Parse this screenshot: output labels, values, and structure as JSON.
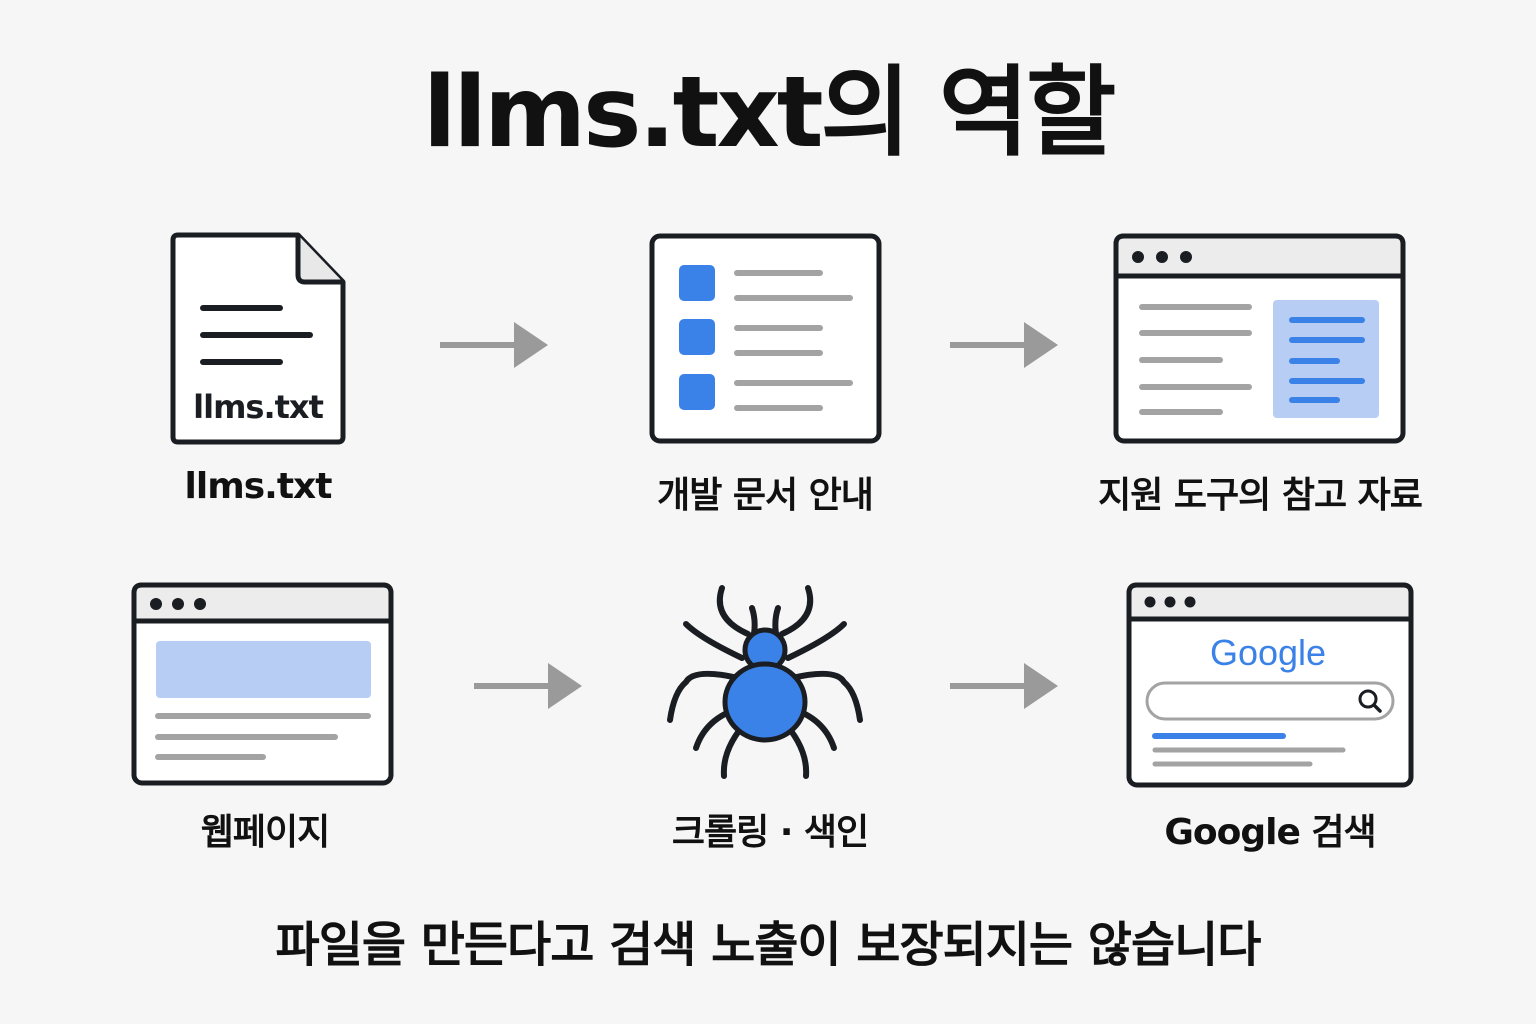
{
  "title": "llms.txt의 역할",
  "top_row": {
    "file_icon_text": "llms.txt",
    "file_label": "llms.txt",
    "docs_label": "개발 문서 안내",
    "tools_label": "지원 도구의 참고 자료"
  },
  "bottom_row": {
    "webpage_label": "웹페이지",
    "crawl_label": "크롤링 · 색인",
    "google_logo_text": "Google",
    "google_label": "Google 검색"
  },
  "footer": "파일을 만든다고 검색 노출이 보장되지는 않습니다",
  "colors": {
    "accent_blue": "#3b82e8",
    "light_blue": "#b7cdf3",
    "outline": "#1a1d22",
    "arrow_gray": "#9a9a9a",
    "line_gray": "#a3a3a3"
  },
  "icons": [
    "document-icon",
    "doc-list-icon",
    "browser-reference-icon",
    "webpage-icon",
    "spider-icon",
    "google-search-icon",
    "arrow-right-icon",
    "magnifier-icon"
  ]
}
